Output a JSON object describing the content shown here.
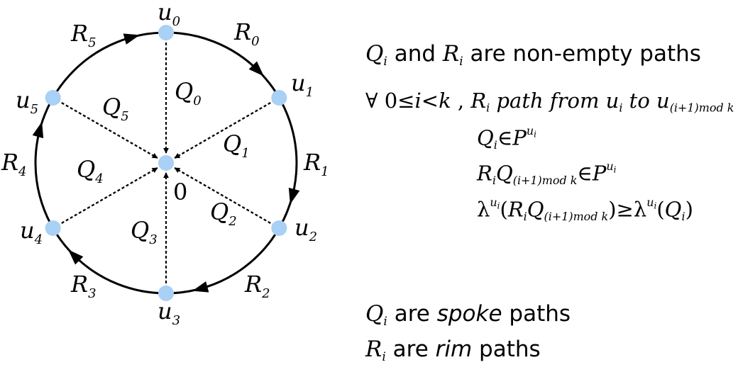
{
  "diagram": {
    "center_label": "0",
    "nodes": [
      {
        "letter": "u",
        "sub": "0"
      },
      {
        "letter": "u",
        "sub": "1"
      },
      {
        "letter": "u",
        "sub": "2"
      },
      {
        "letter": "u",
        "sub": "3"
      },
      {
        "letter": "u",
        "sub": "4"
      },
      {
        "letter": "u",
        "sub": "5"
      }
    ],
    "rim_labels": [
      {
        "letter": "R",
        "sub": "0"
      },
      {
        "letter": "R",
        "sub": "1"
      },
      {
        "letter": "R",
        "sub": "2"
      },
      {
        "letter": "R",
        "sub": "3"
      },
      {
        "letter": "R",
        "sub": "4"
      },
      {
        "letter": "R",
        "sub": "5"
      }
    ],
    "spoke_labels": [
      {
        "letter": "Q",
        "sub": "0"
      },
      {
        "letter": "Q",
        "sub": "1"
      },
      {
        "letter": "Q",
        "sub": "2"
      },
      {
        "letter": "Q",
        "sub": "3"
      },
      {
        "letter": "Q",
        "sub": "4"
      },
      {
        "letter": "Q",
        "sub": "5"
      }
    ],
    "colors": {
      "node_fill": "#a9d0f5",
      "line": "#000000",
      "background": "#ffffff"
    }
  },
  "text": {
    "line1": {
      "q": "Q",
      "q_sub": "i",
      "and": " and ",
      "r": "R",
      "r_sub": "i",
      "rest": " are non-empty paths"
    },
    "forall": {
      "quant": "∀",
      "cond_a": " 0≤",
      "cond_i": "i",
      "cond_b": "<",
      "cond_k": "k",
      "comma": " , ",
      "R": "R",
      "R_sub": "i",
      "phrase": " path from ",
      "u": "u",
      "u_sub": "i",
      "to": " to ",
      "u2": "u",
      "u2_sub": "(i+1)mod k"
    },
    "cond1": {
      "q": "Q",
      "q_sub": "i",
      "in": "∈",
      "p": "P",
      "sup_u": "u",
      "sup_sub": "i"
    },
    "cond2": {
      "r": "R",
      "r_sub": "i",
      "q": "Q",
      "q_sub": "(i+1)mod k",
      "in": "∈",
      "p": "P",
      "sup_u": "u",
      "sup_sub": "i"
    },
    "cond3": {
      "lam": "λ",
      "sup_u": "u",
      "sup_sub": "i",
      "open": "(",
      "r": "R",
      "r_sub": "i",
      "q": "Q",
      "q_sub": "(i+1)mod k",
      "close": ")",
      "ge": "≥",
      "lam2": "λ",
      "sup_u2": "u",
      "sup_sub2": "i",
      "open2": "(",
      "q2": "Q",
      "q2_sub": "i",
      "close2": ")"
    },
    "spoke": {
      "q": "Q",
      "q_sub": "i",
      "are": " are ",
      "emph": "spoke",
      "paths": " paths"
    },
    "rim": {
      "r": "R",
      "r_sub": "i",
      "are": " are ",
      "emph": "rim",
      "paths": " paths"
    }
  }
}
